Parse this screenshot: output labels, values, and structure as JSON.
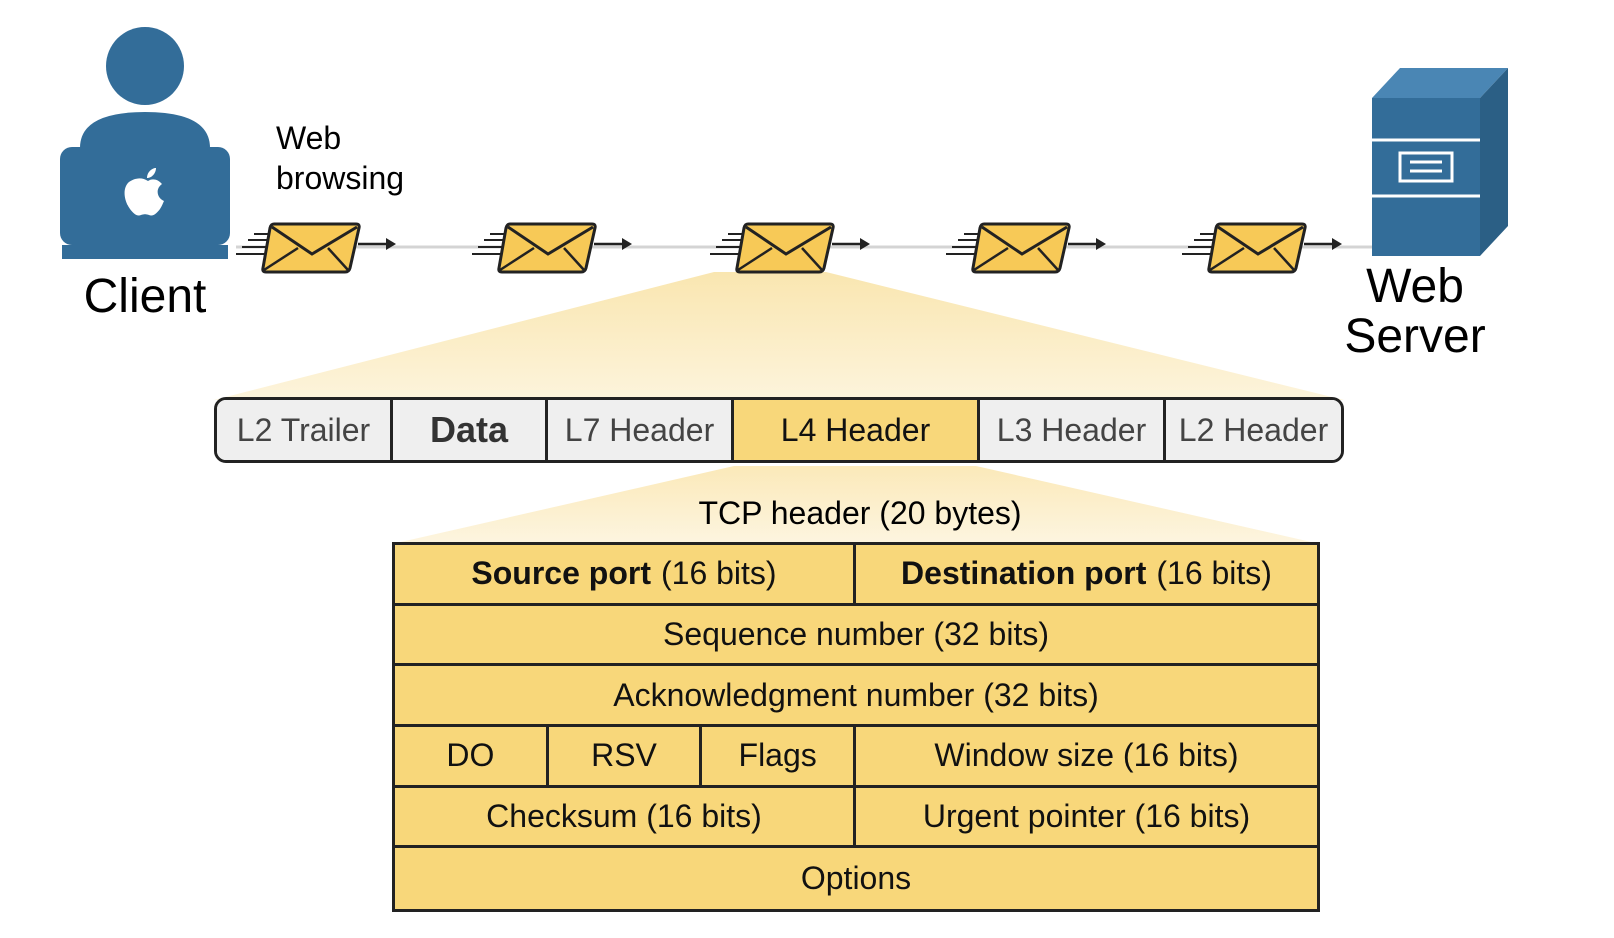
{
  "client": {
    "label": "Client"
  },
  "server": {
    "label_line1": "Web",
    "label_line2": "Server"
  },
  "activity": {
    "line1": "Web",
    "line2": "browsing"
  },
  "packet_segments": [
    {
      "label": "L2 Trailer"
    },
    {
      "label": "Data"
    },
    {
      "label": "L7 Header"
    },
    {
      "label": "L4 Header"
    },
    {
      "label": "L3 Header"
    },
    {
      "label": "L2 Header"
    }
  ],
  "tcp_header": {
    "title": "TCP header (20 bytes)",
    "source_port": {
      "name": "Source port",
      "size": "(16 bits)"
    },
    "destination_port": {
      "name": "Destination port",
      "size": "(16 bits)"
    },
    "sequence_number": "Sequence number (32 bits)",
    "ack_number": "Acknowledgment number (32 bits)",
    "data_offset": "DO",
    "reserved": "RSV",
    "flags": "Flags",
    "window_size": "Window size (16 bits)",
    "checksum": "Checksum (16 bits)",
    "urgent_pointer": "Urgent pointer (16 bits)",
    "options": "Options"
  },
  "colors": {
    "accent_blue": "#336d99",
    "envelope_yellow": "#f7c957",
    "highlight_yellow": "#f8d77a",
    "funnel_light": "#fdf3d6"
  }
}
